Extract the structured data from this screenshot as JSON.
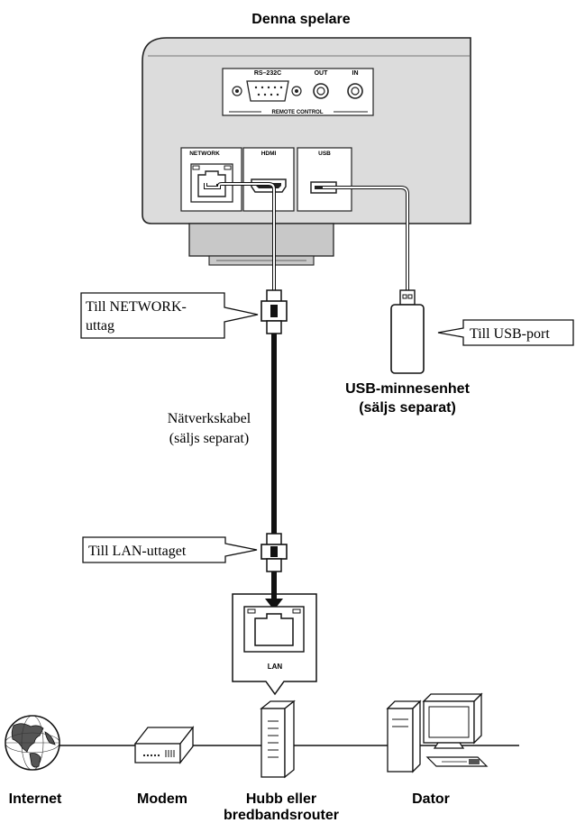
{
  "player": {
    "title": "Denna spelare",
    "rs232c": "RS–232C",
    "out": "OUT",
    "in": "IN",
    "remote_control": "REMOTE CONTROL",
    "network": "NETWORK",
    "hdmi": "HDMI",
    "usb": "USB"
  },
  "callouts": {
    "network_line1": "Till NETWORK-",
    "network_line2": "uttag",
    "usb_port": "Till USB-port",
    "lan_port": "Till LAN-uttaget"
  },
  "cable": {
    "line1": "Nätverkskabel",
    "line2": "(säljs separat)"
  },
  "usb_device": {
    "line1": "USB-minnesenhet",
    "line2": "(säljs separat)"
  },
  "lan_label": "LAN",
  "devices": {
    "internet": "Internet",
    "modem": "Modem",
    "router_line1": "Hubb eller",
    "router_line2": "bredbandsrouter",
    "computer": "Dator"
  }
}
